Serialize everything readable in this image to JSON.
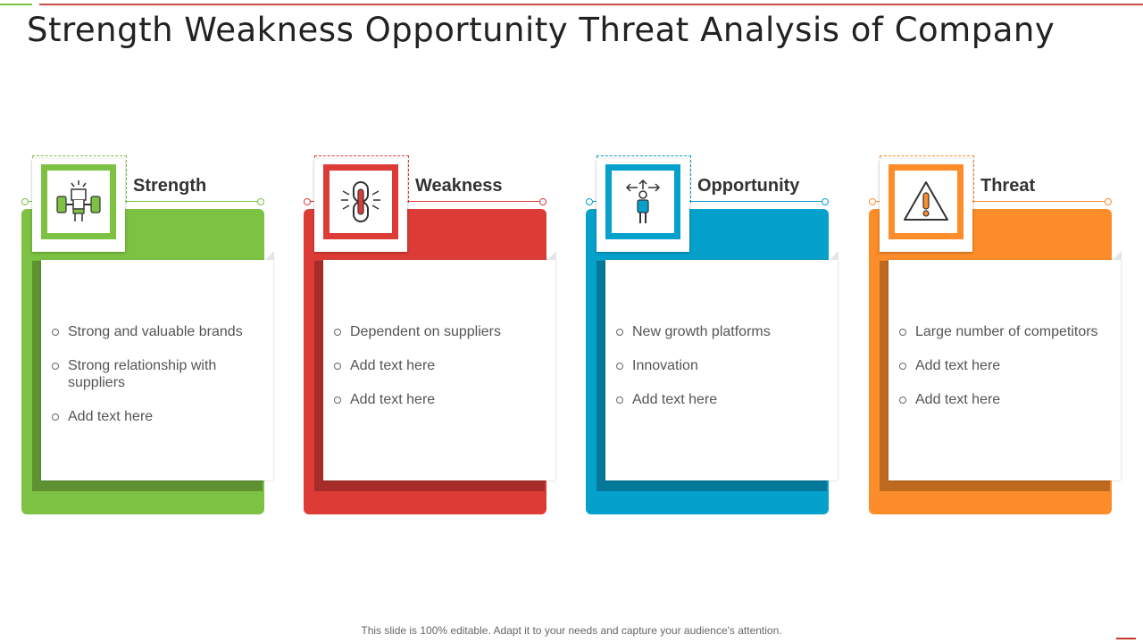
{
  "title": "Strength Weakness Opportunity Threat Analysis of Company",
  "footer": "This slide is 100% editable. Adapt it to your needs and capture your audience's attention.",
  "colors": {
    "strength": "#7dc242",
    "weakness": "#dd3b36",
    "opportunity": "#06a0cd",
    "threat": "#fd8c2a"
  },
  "cards": [
    {
      "label": "Strength",
      "icon": "flexing-arm-icon",
      "items": [
        "Strong and valuable brands",
        "Strong relationship with suppliers",
        "Add text here"
      ]
    },
    {
      "label": "Weakness",
      "icon": "broken-chain-icon",
      "items": [
        "Dependent on suppliers",
        "Add text here",
        "Add text here"
      ]
    },
    {
      "label": "Opportunity",
      "icon": "person-directions-icon",
      "items": [
        "New growth platforms",
        "Innovation",
        "Add text here"
      ]
    },
    {
      "label": "Threat",
      "icon": "warning-triangle-icon",
      "items": [
        "Large number of competitors",
        "Add text here",
        "Add text here"
      ]
    }
  ]
}
